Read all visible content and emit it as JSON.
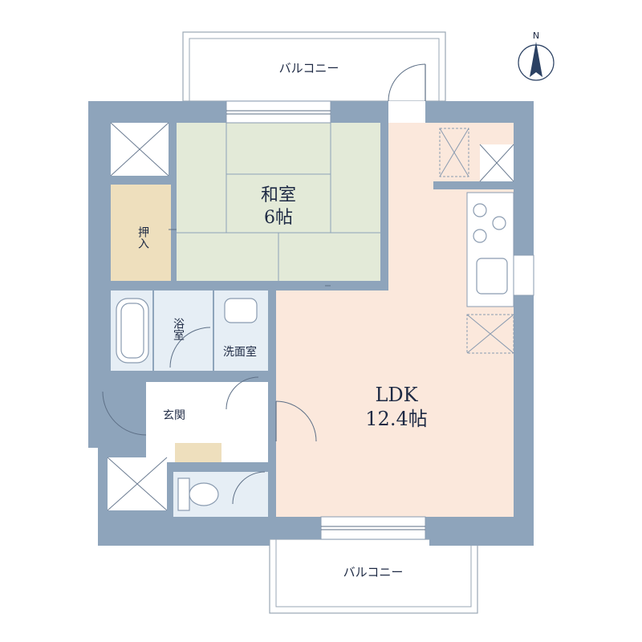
{
  "rooms": {
    "washitsu": {
      "name": "和室",
      "size": "6帖"
    },
    "ldk": {
      "name": "LDK",
      "size": "12.4帖"
    },
    "oshiire": {
      "name": "押入"
    },
    "bath": {
      "name": "浴室"
    },
    "washroom": {
      "name": "洗面室"
    },
    "entrance": {
      "name": "玄関"
    }
  },
  "balcony_top": {
    "label": "バルコニー"
  },
  "balcony_bottom": {
    "label": "バルコニー"
  },
  "compass": {
    "label": "N"
  },
  "colors": {
    "wall": "#8ea4bb",
    "washitsu": "#e3ead8",
    "ldk": "#fbe8dc",
    "oshiire": "#eedfbd",
    "wet_area": "#e6eef5",
    "shoe_box": "#eedfbd"
  }
}
